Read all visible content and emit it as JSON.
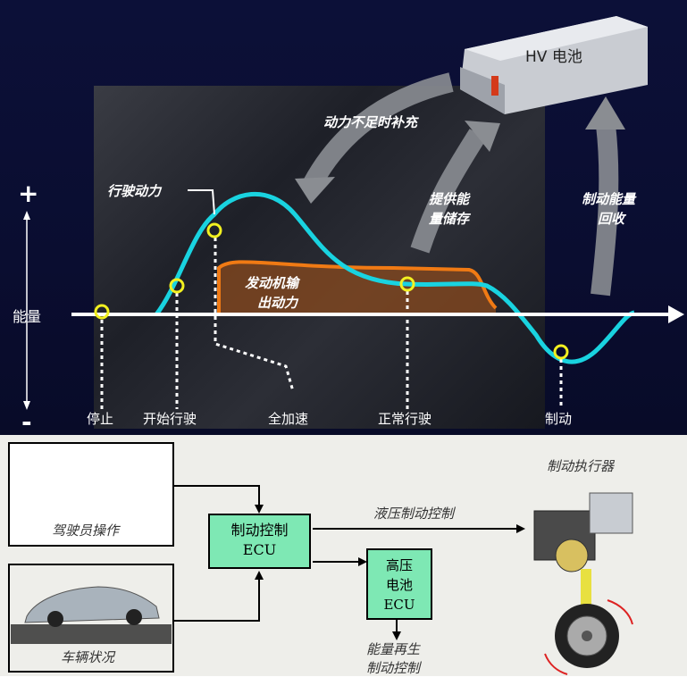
{
  "top": {
    "battery_label": "HV 电池",
    "recharge_label": "动力不足时补充",
    "store_label_1": "提供能",
    "store_label_2": "量储存",
    "regen_label_1": "制动能量",
    "regen_label_2": "回收",
    "drive_power_label": "行驶动力",
    "engine_label_1": "发动机输",
    "engine_label_2": "出动力",
    "y_label": "能量",
    "plus_sign": "+",
    "minus_sign": "-",
    "stages": [
      "停止",
      "开始行驶",
      "全加速",
      "正常行驶",
      "制动"
    ]
  },
  "bottom": {
    "driver_caption": "驾驶员操作",
    "vehicle_caption": "车辆状况",
    "brake_ecu_line1": "制动控制",
    "brake_ecu_line2": "ECU",
    "hv_ecu_line1": "高压",
    "hv_ecu_line2": "电池",
    "hv_ecu_line3": "ECU",
    "hydraulic_label": "液压制动控制",
    "regen_ctrl_line1": "能量再生",
    "regen_ctrl_line2": "制动控制",
    "actuator_label": "制动执行器"
  },
  "colors": {
    "drive_curve": "#19d3e0",
    "engine_curve": "#f07a14",
    "engine_fill": "#8a4a1e",
    "ecu_fill": "#7ee8b4",
    "marker": "#f2f020"
  }
}
